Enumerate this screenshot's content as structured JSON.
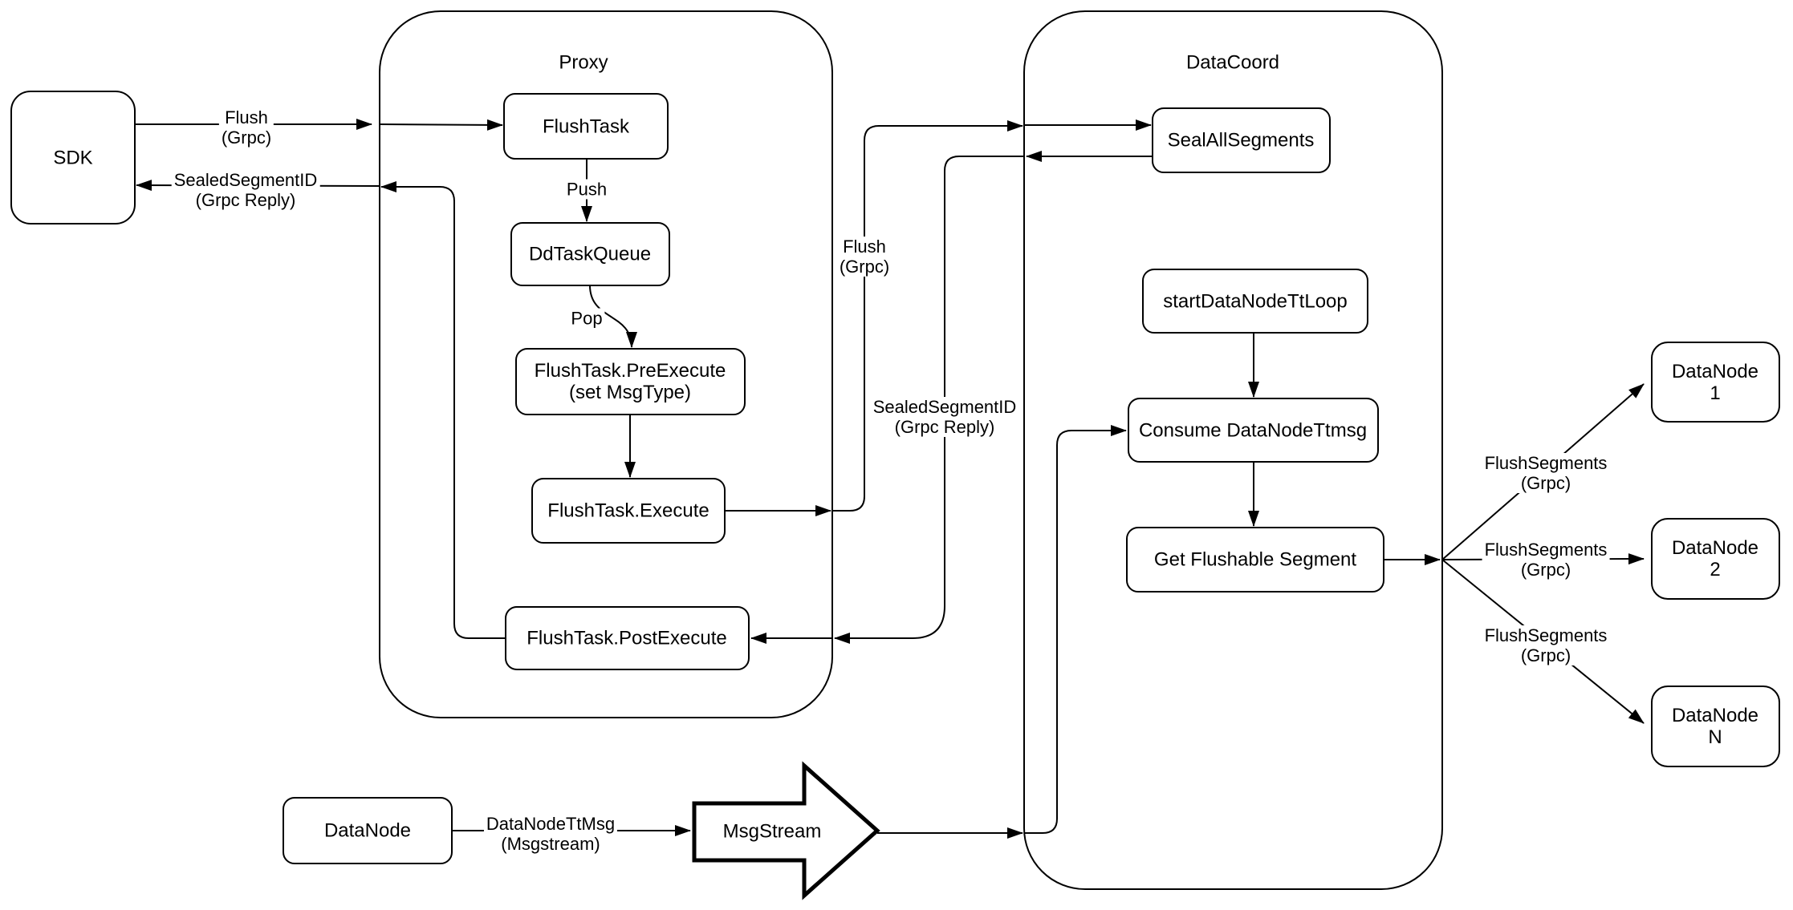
{
  "containers": {
    "proxy": {
      "label": "Proxy"
    },
    "datacoord": {
      "label": "DataCoord"
    }
  },
  "nodes": {
    "sdk": {
      "label": "SDK"
    },
    "flush_task": {
      "label": "FlushTask"
    },
    "dd_task_queue": {
      "label": "DdTaskQueue"
    },
    "pre_execute": {
      "label": "FlushTask.PreExecute\n(set MsgType)"
    },
    "execute": {
      "label": "FlushTask.Execute"
    },
    "post_execute": {
      "label": "FlushTask.PostExecute"
    },
    "seal_all_segments": {
      "label": "SealAllSegments"
    },
    "start_tt_loop": {
      "label": "startDataNodeTtLoop"
    },
    "consume_ttmsg": {
      "label": "Consume DataNodeTtmsg"
    },
    "get_flushable": {
      "label": "Get Flushable Segment"
    },
    "datanode_1": {
      "label": "DataNode 1"
    },
    "datanode_2": {
      "label": "DataNode 2"
    },
    "datanode_n": {
      "label": "DataNode N"
    },
    "datanode_bottom": {
      "label": "DataNode"
    },
    "msgstream": {
      "label": "MsgStream"
    }
  },
  "edge_labels": {
    "flush_sdk": "Flush\n(Grpc)",
    "sealed_sdk": "SealedSegmentID\n(Grpc Reply)",
    "push": "Push",
    "pop": "Pop",
    "flush_mid": "Flush\n(Grpc)",
    "sealed_mid": "SealedSegmentID\n(Grpc Reply)",
    "flush_segments_1": "FlushSegments\n(Grpc)",
    "flush_segments_2": "FlushSegments\n(Grpc)",
    "flush_segments_n": "FlushSegments\n(Grpc)",
    "datanode_tt_msg": "DataNodeTtMsg\n(Msgstream)"
  },
  "colors": {
    "stroke": "#000000",
    "background": "#ffffff"
  }
}
